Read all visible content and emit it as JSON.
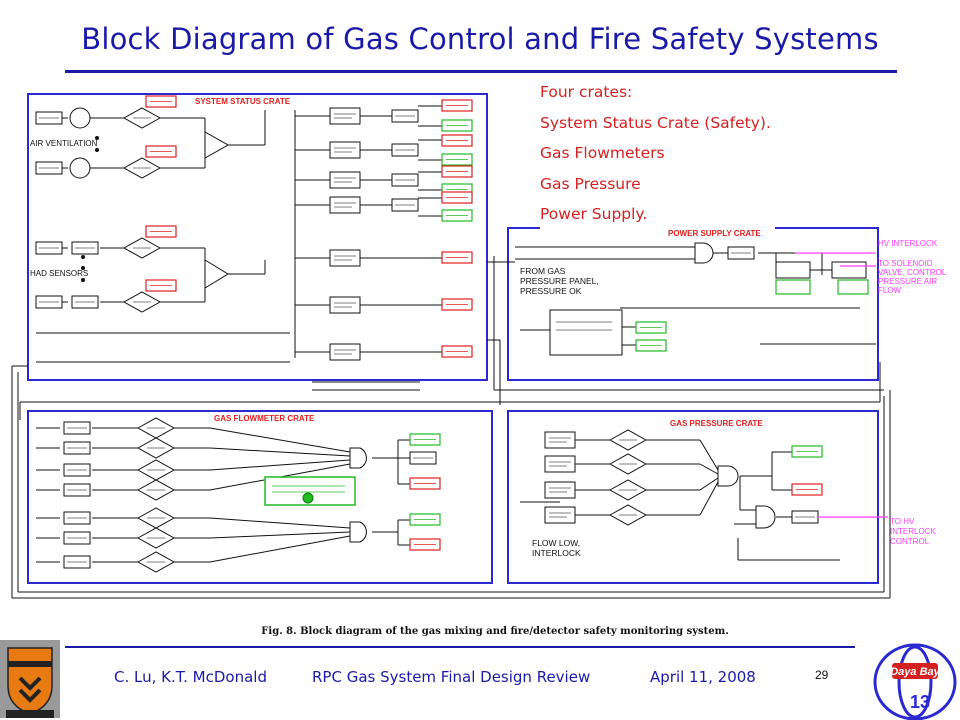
{
  "title": "Block Diagram of Gas Control and Fire Safety Systems",
  "crates_list": [
    "Four crates:",
    "System Status Crate (Safety).",
    "Gas Flowmeters",
    "Gas Pressure",
    "Power Supply."
  ],
  "diagram": {
    "system_status_crate": "SYSTEM STATUS CRATE",
    "power_supply_crate": "POWER SUPPLY CRATE",
    "gas_flowmeter_crate": "GAS FLOWMETER CRATE",
    "gas_pressure_crate": "GAS PRESSURE CRATE",
    "air_ventilation": "AIR VENTILATION",
    "had_sensors": "HAD SENSORS",
    "from_gas_1": "FROM GAS",
    "from_gas_2": "PRESSURE PANEL,",
    "from_gas_3": "PRESSURE OK",
    "hv_interlock": "HV INTERLOCK",
    "solenoid_1": "TO SOLENOID",
    "solenoid_2": "VALVE, CONTROL",
    "solenoid_3": "PRESSURE AIR",
    "solenoid_4": "FLOW",
    "flow_low_1": "FLOW LOW,",
    "flow_low_2": "INTERLOCK",
    "to_hv_1": "TO HV",
    "to_hv_2": "INTERLOCK",
    "to_hv_3": "CONTROL"
  },
  "caption": "Fig. 8. Block diagram of the gas mixing and fire/detector safety monitoring system.",
  "footer": {
    "authors": "C. Lu, K.T. McDonald",
    "review": "RPC Gas System Final Design Review",
    "date": "April 11, 2008",
    "page": "29"
  },
  "logos": {
    "princeton_shield": "Princeton shield",
    "daya_bay": "Daya Bay",
    "daya_bay_number": "13"
  },
  "colors": {
    "title_blue": "#1a1aa8",
    "crate_red": "#d42020",
    "crate_border_blue": "#2a2ad0",
    "alarm_red": "#e02020",
    "ok_green": "#22bb22",
    "signal_magenta": "#ff3cff"
  }
}
